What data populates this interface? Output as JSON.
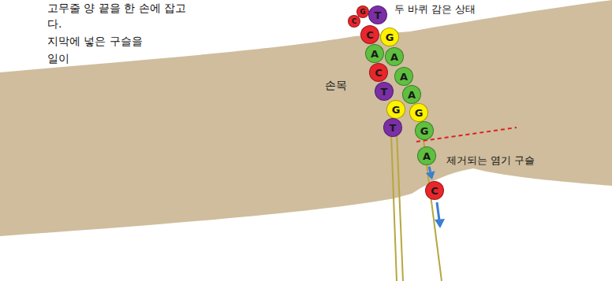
{
  "diagram": {
    "nodes": [
      {
        "text": [
          "C"
        ]
      },
      {
        "text": [
          "G"
        ]
      },
      {
        "text": [
          "T"
        ]
      },
      {
        "text": [
          "C"
        ]
      },
      {
        "text": [
          "G"
        ]
      },
      {
        "text": [
          "A"
        ]
      },
      {
        "text": [
          "A"
        ]
      },
      {
        "text": [
          "C"
        ]
      },
      {
        "text": [
          "A"
        ]
      },
      {
        "text": [
          "T"
        ]
      },
      {
        "text": [
          "A"
        ]
      },
      {
        "text": [
          "G"
        ]
      },
      {
        "text": [
          "G"
        ]
      },
      {
        "text": [
          "T"
        ]
      },
      {
        "text": [
          "G"
        ]
      },
      {
        "text": [
          "A"
        ]
      },
      {
        "text": [
          "C"
        ]
      }
    ],
    "edges": [
      {
        "from": 15,
        "to": 16,
        "arrow": "to"
      }
    ],
    "labels": [
      "고무줄 양 끝을 한 손에 잡고",
      "다.",
      "지막에 넣은 구슬을",
      "일이",
      "두 바퀴 감은 상태",
      "손목",
      "제거되는 염기 구슬"
    ]
  }
}
